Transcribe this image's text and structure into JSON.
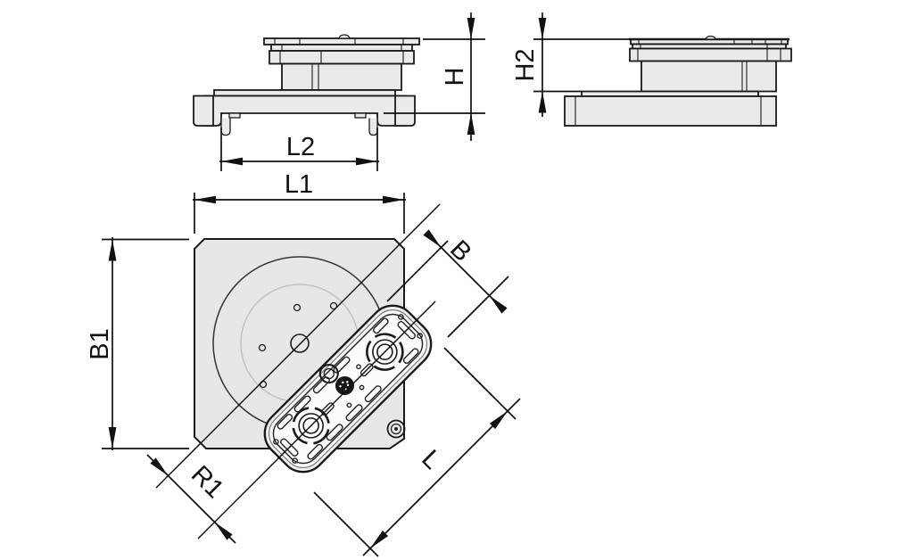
{
  "drawing": {
    "labels": {
      "h": "H",
      "h2": "H2",
      "l2": "L2",
      "l1": "L1",
      "b1": "B1",
      "b": "B",
      "l": "L",
      "r1": "R1"
    },
    "colors": {
      "outline": "#1a1a1a",
      "dimension_line": "#111111",
      "part_fill": "#eaeaea",
      "plate_fill": "#e7e7e7",
      "pad_fill": "#fbfbfb",
      "light_circle": "#c2c2c2",
      "background": "#ffffff"
    }
  }
}
